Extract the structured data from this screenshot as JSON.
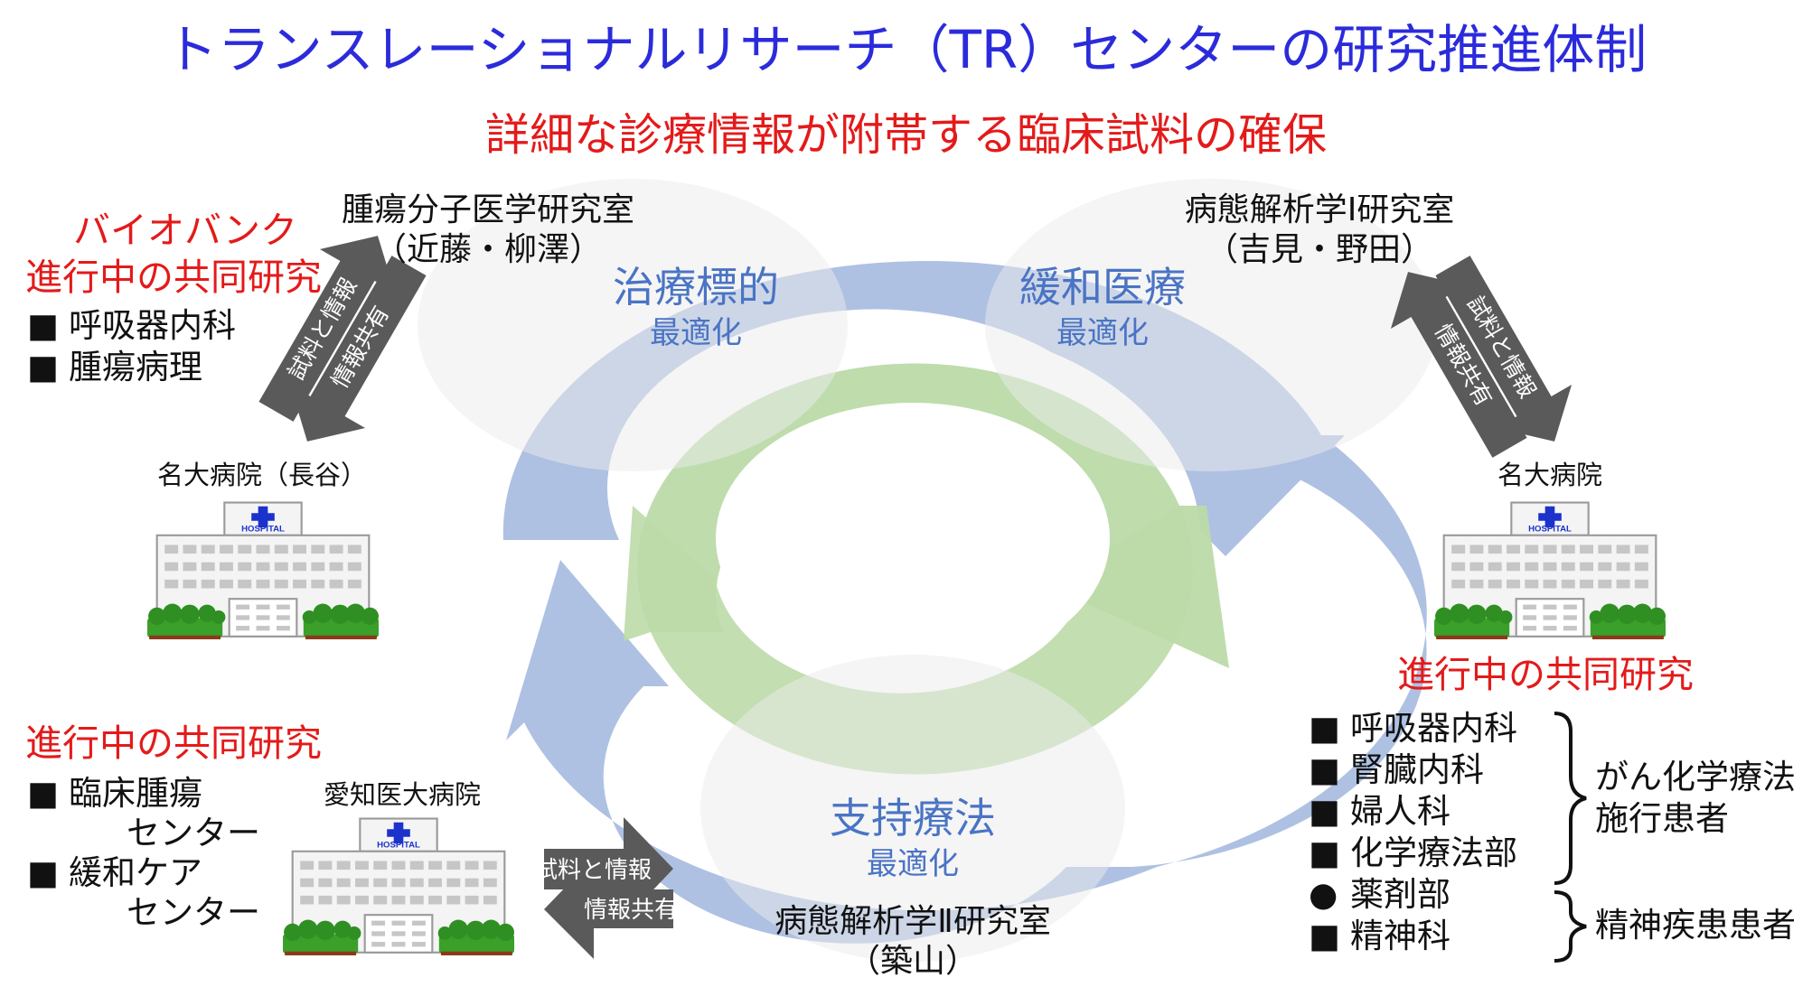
{
  "title": "トランスレーショナルリサーチ（TR）センターの研究推進体制",
  "subtitle": "詳細な診療情報が附帯する臨床試料の確保",
  "labs": {
    "top_left": {
      "name": "腫瘍分子医学研究室",
      "members": "（近藤・柳澤）"
    },
    "top_right": {
      "name": "病態解析学Ⅰ研究室",
      "members": "（吉見・野田）"
    },
    "bottom": {
      "name": "病態解析学Ⅱ研究室",
      "members": "（築山）"
    }
  },
  "phases": {
    "top_left": {
      "title": "治療標的",
      "sub": "最適化"
    },
    "top_right": {
      "title": "緩和医療",
      "sub": "最適化"
    },
    "bottom": {
      "title": "支持療法",
      "sub": "最適化"
    }
  },
  "left_top": {
    "heading1": "バイオバンク",
    "heading2": "進行中の共同研究",
    "items": [
      {
        "marker": "■",
        "label": "呼吸器内科"
      },
      {
        "marker": "■",
        "label": "腫瘍病理"
      }
    ],
    "hospital": "名大病院（長谷）"
  },
  "left_bottom": {
    "heading": "進行中の共同研究",
    "items": [
      {
        "marker": "■",
        "line1": "臨床腫瘍",
        "line2": "センター"
      },
      {
        "marker": "■",
        "line1": "緩和ケア",
        "line2": "センター"
      }
    ],
    "hospital": "愛知医大病院"
  },
  "right": {
    "hospital": "名大病院",
    "heading": "進行中の共同研究",
    "items": [
      {
        "marker": "■",
        "label": "呼吸器内科"
      },
      {
        "marker": "■",
        "label": "腎臓内科"
      },
      {
        "marker": "■",
        "label": "婦人科"
      },
      {
        "marker": "■",
        "label": "化学療法部"
      },
      {
        "marker": "●",
        "label": "薬剤部"
      },
      {
        "marker": "■",
        "label": "精神科"
      }
    ],
    "group1_line1": "がん化学療法",
    "group1_line2": "施行患者",
    "group2": "精神疾患患者"
  },
  "exchange_arrows": {
    "left": {
      "a": "試料と情報",
      "b": "情報共有"
    },
    "right": {
      "a": "試料と情報",
      "b": "情報共有"
    },
    "bottom": {
      "a": "試料と情報",
      "b": "情報共有"
    }
  },
  "hospital_sign": "HOSPITAL",
  "icons": [
    "hospital-icon",
    "cross-icon",
    "square-bullet",
    "circle-bullet"
  ],
  "colors": {
    "title": "#2b2bdc",
    "red_heading": "#e41a1a",
    "ring_blue": "#aec1e2",
    "ring_green": "#bcdaa8",
    "phase_text": "#4a74c4",
    "arrow_gray": "#5a5a5a"
  }
}
